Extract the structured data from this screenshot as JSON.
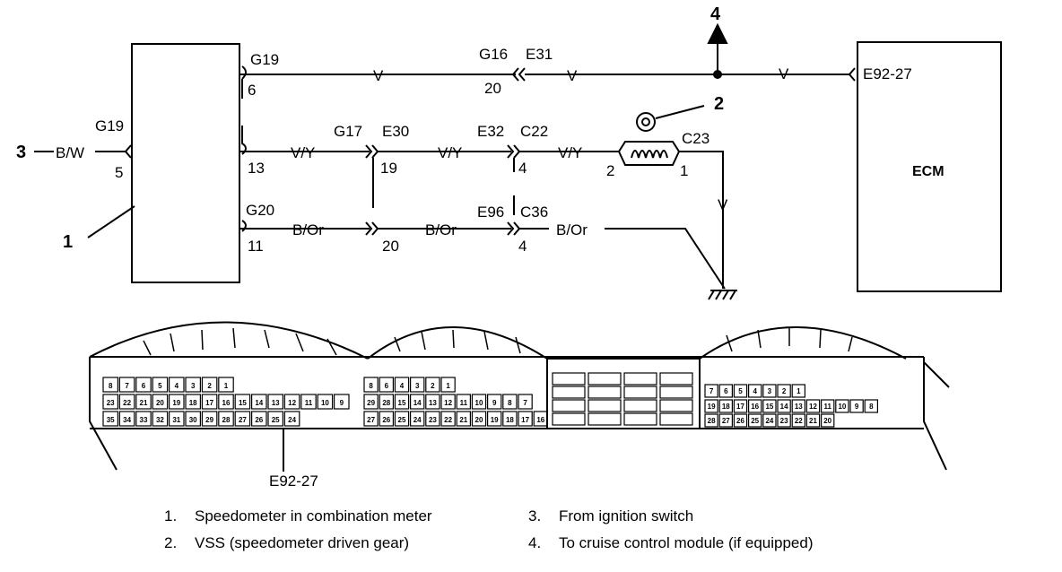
{
  "diagram": {
    "components": {
      "meter_ref": "1",
      "vss_ref": "2",
      "ignition_ref": "3",
      "cruise_ref": "4",
      "ecm_label": "ECM"
    },
    "connectors": {
      "g19_top": "G19",
      "g19_left": "G19",
      "g17": "G17",
      "g16": "G16",
      "g20": "G20",
      "e30": "E30",
      "e31": "E31",
      "e32": "E32",
      "e96": "E96",
      "c22": "C22",
      "c23": "C23",
      "c36": "C36",
      "e92_27": "E92-27",
      "e92_27_below": "E92-27"
    },
    "pins": {
      "p6": "6",
      "p13": "13",
      "p11": "11",
      "p5": "5",
      "p20_top": "20",
      "p19": "19",
      "p4_mid": "4",
      "p20_low": "20",
      "p4_low": "4",
      "vss_2": "2",
      "vss_1": "1"
    },
    "wires": {
      "w_v1": "V",
      "w_v2": "V",
      "w_v3": "V",
      "w_v4": "V",
      "w_vy1": "V/Y",
      "w_vy2": "V/Y",
      "w_vy3": "V/Y",
      "w_bor1": "B/Or",
      "w_bor2": "B/Or",
      "w_bor3": "B/Or",
      "w_bw": "B/W"
    },
    "connector_pins": {
      "block1": {
        "r1": [
          "8",
          "7",
          "6",
          "5",
          "4",
          "3",
          "2",
          "1"
        ],
        "r2": [
          "23",
          "22",
          "21",
          "20",
          "19",
          "18",
          "17",
          "16",
          "15",
          "14",
          "13",
          "12",
          "11",
          "10",
          "9"
        ],
        "r3": [
          "35",
          "34",
          "33",
          "32",
          "31",
          "30",
          "29",
          "28",
          "27",
          "26",
          "25",
          "24"
        ]
      },
      "block2": {
        "r1": [
          "8",
          "6",
          "4",
          "3",
          "2",
          "1"
        ],
        "r2": [
          "29",
          "28",
          "15",
          "14",
          "13",
          "12",
          "11",
          "10",
          "9",
          "8",
          "7"
        ],
        "r3": [
          "27",
          "26",
          "25",
          "24",
          "23",
          "22",
          "21",
          "20",
          "19",
          "18",
          "17",
          "16"
        ]
      },
      "block3": {
        "r1": [
          "7",
          "6",
          "5",
          "4",
          "3",
          "2",
          "1"
        ],
        "r2": [
          "19",
          "18",
          "17",
          "16",
          "15",
          "14",
          "13",
          "12",
          "11",
          "10",
          "9",
          "8"
        ],
        "r3": [
          "28",
          "27",
          "26",
          "25",
          "24",
          "23",
          "22",
          "21",
          "20"
        ]
      }
    }
  },
  "legend": [
    {
      "num": "1.",
      "text": "Speedometer in combination meter"
    },
    {
      "num": "2.",
      "text": "VSS (speedometer driven gear)"
    },
    {
      "num": "3.",
      "text": "From ignition switch"
    },
    {
      "num": "4.",
      "text": "To cruise control module (if equipped)"
    }
  ]
}
